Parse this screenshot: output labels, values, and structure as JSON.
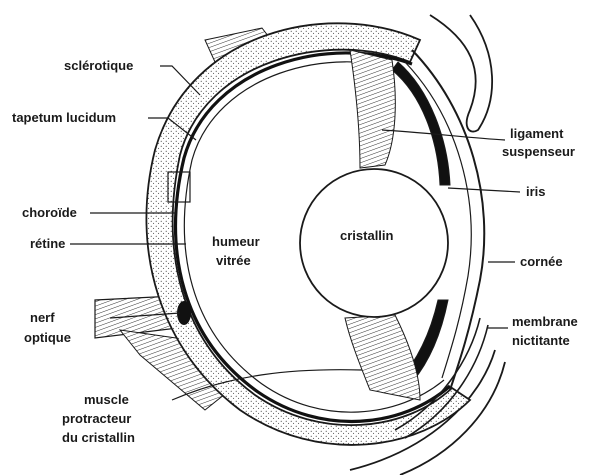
{
  "labels": {
    "sclerotique": "sclérotique",
    "tapetum": "tapetum lucidum",
    "choroide": "choroïde",
    "retine": "rétine",
    "nerf_line1": "nerf",
    "nerf_line2": "optique",
    "muscle_line1": "muscle",
    "muscle_line2": "protracteur",
    "muscle_line3": "du cristallin",
    "ligament_line1": "ligament",
    "ligament_line2": "suspenseur",
    "iris": "iris",
    "cornee": "cornée",
    "membrane_line1": "membrane",
    "membrane_line2": "nictitante",
    "humeur_line1": "humeur",
    "humeur_line2": "vitrée",
    "cristallin": "cristallin"
  },
  "colors": {
    "ink": "#1a1a1a",
    "background": "#ffffff",
    "stipple": "#2a2a2a"
  }
}
